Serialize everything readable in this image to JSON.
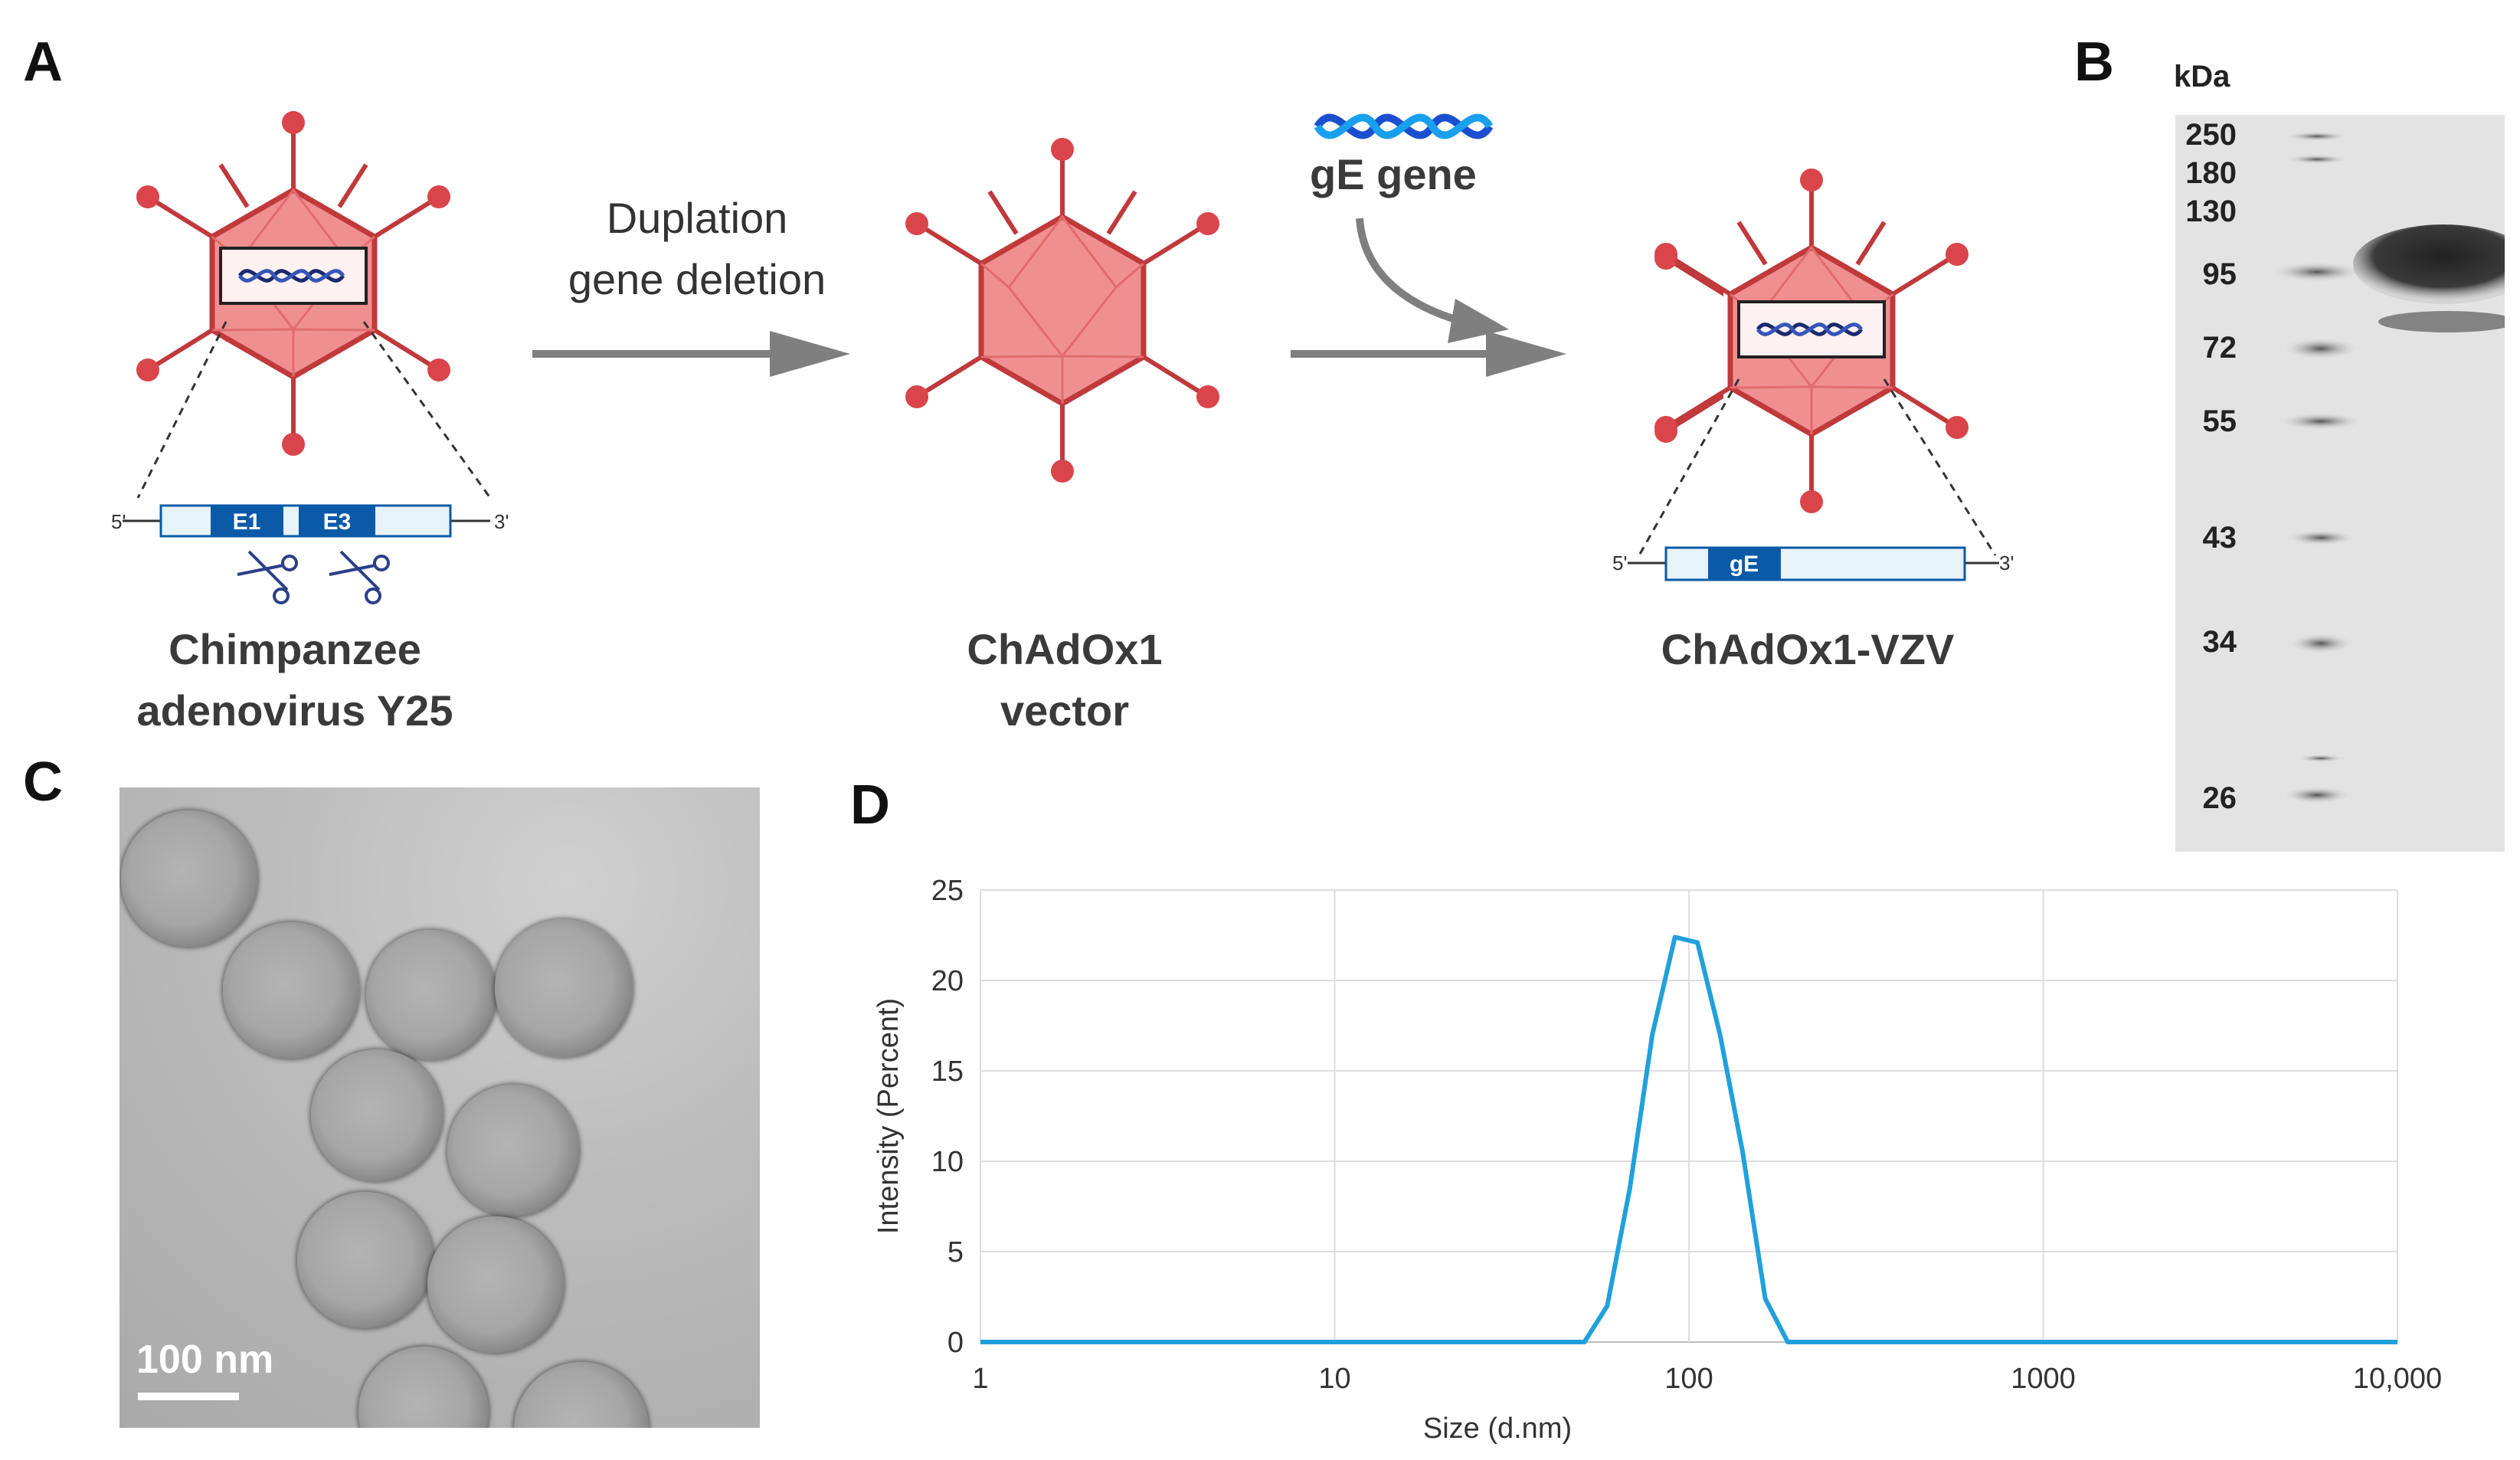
{
  "panels": {
    "a": "A",
    "b": "B",
    "c": "C",
    "d": "D"
  },
  "panel_a": {
    "virus1": {
      "line1": "Chimpanzee",
      "line2": "adenovirus Y25"
    },
    "cassette1": {
      "five": "5'",
      "three": "3'",
      "e1": "E1",
      "e3": "E3"
    },
    "step1": {
      "line1": "Duplation",
      "line2": "gene deletion"
    },
    "virus2": {
      "line1": "ChAdOx1",
      "line2": "vector"
    },
    "gene_label": "gE gene",
    "virus3": {
      "line1": "ChAdOx1-VZV"
    },
    "cassette3": {
      "five": "5'",
      "three": "3'",
      "ge": "gE"
    }
  },
  "panel_b": {
    "unit": "kDa",
    "markers": [
      "250",
      "180",
      "130",
      "95",
      "72",
      "55",
      "43",
      "34",
      "26"
    ]
  },
  "panel_c": {
    "scale_label": "100 nm"
  },
  "colors": {
    "capsid": "#f08f8f",
    "capsid_edge": "#c0393b",
    "gene_dark": "#0a5aa8",
    "gene_light": "#e6f3f8",
    "line": "#21a0db",
    "arrow": "#7f7f7f"
  },
  "chart_data": {
    "type": "line",
    "xlabel": "Size (d.nm)",
    "ylabel": "Intensity (Percent)",
    "x_scale": "log",
    "xlim": [
      1,
      10000
    ],
    "ylim": [
      0,
      25
    ],
    "x_ticks": [
      "1",
      "10",
      "100",
      "1000",
      "10,000"
    ],
    "y_ticks": [
      "0",
      "5",
      "10",
      "15",
      "20",
      "25"
    ],
    "grid": true,
    "series": [
      {
        "x": [
          1,
          50.7,
          58.8,
          68.1,
          78.8,
          91.3,
          105.7,
          122.4,
          141.8,
          164.2,
          190.1,
          10000
        ],
        "values": [
          0,
          0,
          2.0,
          8.5,
          17.0,
          22.4,
          22.1,
          17.0,
          10.5,
          2.4,
          0,
          0
        ]
      }
    ]
  }
}
